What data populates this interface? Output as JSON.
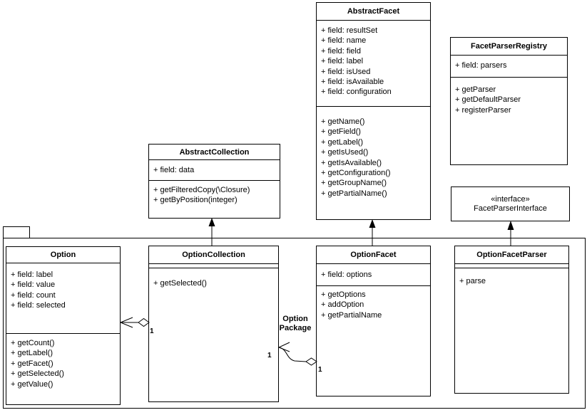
{
  "diagram": {
    "kind": "uml-class-diagram",
    "background_color": "#ffffff",
    "line_color": "#000000",
    "text_color": "#000000"
  },
  "classes": [
    {
      "name": "AbstractFacet",
      "fields": [
        "+ field: resultSet",
        "+ field: name",
        "+ field: field",
        "+ field: label",
        "+ field: isUsed",
        "+ field: isAvailable",
        "+ field: configuration"
      ],
      "methods": [
        "+ getName()",
        "+ getField()",
        "+ getLabel()",
        "+ getIsUsed()",
        "+ getIsAvailable()",
        "+ getConfiguration()",
        "+ getGroupName()",
        "+ getPartialName()"
      ]
    },
    {
      "name": "FacetParserRegistry",
      "fields": [
        "+ field: parsers"
      ],
      "methods": [
        "+ getParser",
        "+ getDefaultParser",
        "+ registerParser"
      ]
    },
    {
      "name": "AbstractCollection",
      "fields": [
        "+ field: data"
      ],
      "methods": [
        "+ getFilteredCopy(\\Closure)",
        "+ getByPosition(integer)"
      ]
    },
    {
      "name": "FacetParserInterface",
      "stereotype": "«interface»",
      "fields": [],
      "methods": []
    },
    {
      "name": "Option",
      "fields": [
        "+ field: label",
        "+ field: value",
        "+ field: count",
        "+ field: selected"
      ],
      "methods": [
        "+ getCount()",
        "+ getLabel()",
        "+ getFacet()",
        "+ getSelected()",
        "+ getValue()"
      ]
    },
    {
      "name": "OptionCollection",
      "fields": [],
      "methods": [
        "+ getSelected()"
      ]
    },
    {
      "name": "OptionFacet",
      "fields": [
        "+ field: options"
      ],
      "methods": [
        "+ getOptions",
        "+ addOption",
        "+ getPartialName"
      ]
    },
    {
      "name": "OptionFacetParser",
      "fields": [],
      "methods": [
        "+ parse"
      ]
    }
  ],
  "relationships": [
    {
      "type": "generalization",
      "from": "OptionCollection",
      "to": "AbstractCollection"
    },
    {
      "type": "generalization",
      "from": "OptionFacet",
      "to": "AbstractFacet"
    },
    {
      "type": "realization",
      "from": "OptionFacetParser",
      "to": "FacetParserInterface"
    },
    {
      "type": "aggregation",
      "from": "OptionCollection",
      "to": "Option",
      "multiplicity_from": "1"
    },
    {
      "type": "aggregation",
      "from": "OptionFacet",
      "to": "OptionCollection",
      "multiplicity_from": "1",
      "multiplicity_to": "1",
      "label": "Option Package"
    }
  ]
}
